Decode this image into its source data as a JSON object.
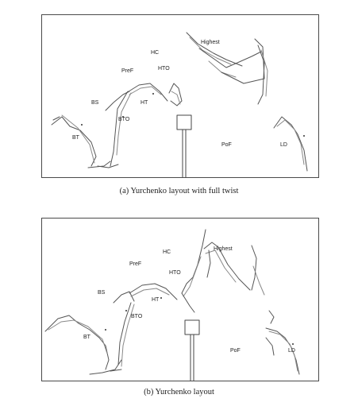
{
  "figures": [
    {
      "caption": "(a) Yurchenko layout with full twist",
      "labels": {
        "bt": "BT",
        "bs": "BS",
        "bto": "BTO",
        "pref": "PreF",
        "ht": "HT",
        "hc": "HC",
        "hto": "HTO",
        "highest": "Highest",
        "pof": "PoF",
        "ld": "LD"
      }
    },
    {
      "caption": "(b) Yurchenko layout",
      "labels": {
        "bt": "BT",
        "bs": "BS",
        "bto": "BTO",
        "pref": "PreF",
        "ht": "HT",
        "hc": "HC",
        "hto": "HTO",
        "highest": "Highest",
        "pof": "PoF",
        "ld": "LD"
      }
    }
  ]
}
